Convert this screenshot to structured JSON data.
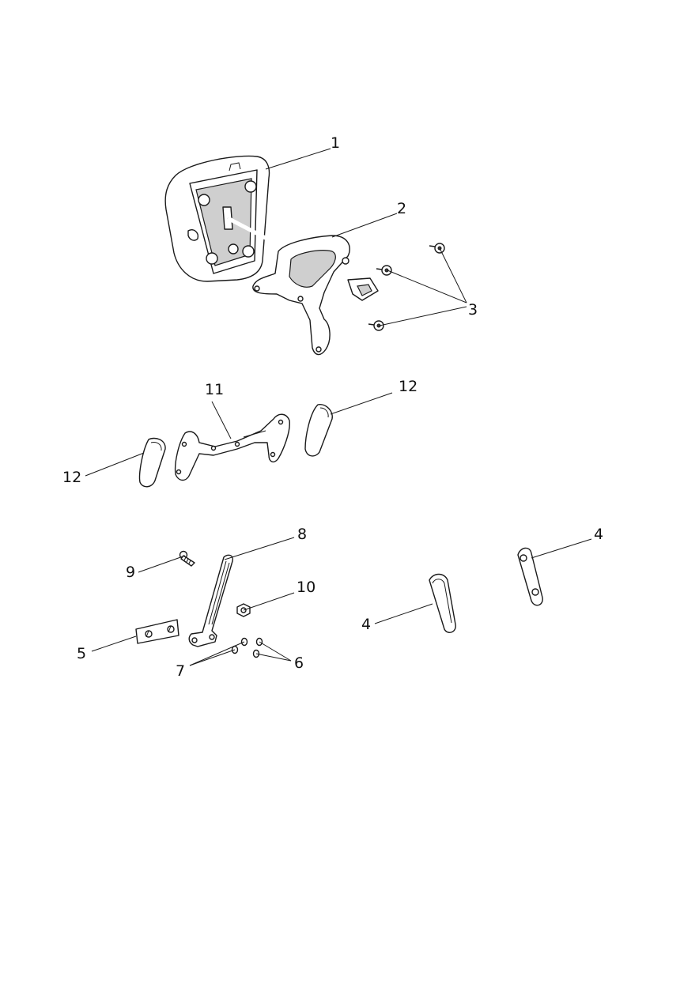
{
  "callouts": {
    "c1": "1",
    "c2": "2",
    "c3": "3",
    "c4a": "4",
    "c4b": "4",
    "c5": "5",
    "c6": "6",
    "c7": "7",
    "c8": "8",
    "c9": "9",
    "c10": "10",
    "c11": "11",
    "c12a": "12",
    "c12b": "12"
  }
}
